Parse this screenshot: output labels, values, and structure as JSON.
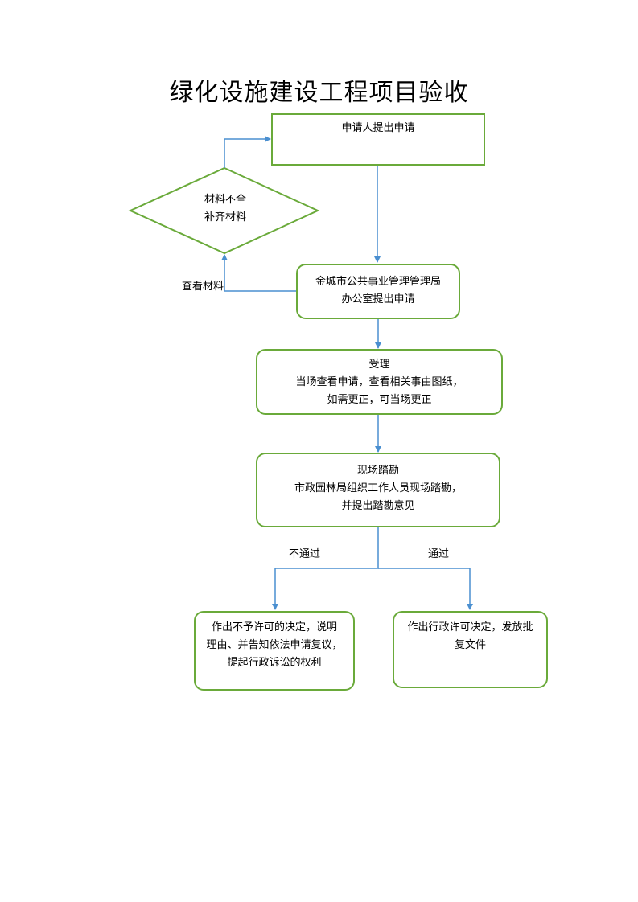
{
  "title": "绿化设施建设工程项目验收",
  "nodes": {
    "apply": {
      "lines": [
        "申请人提出申请"
      ]
    },
    "check": {
      "lines": [
        "材料不全",
        "补齐材料"
      ]
    },
    "office": {
      "lines": [
        "金城市公共事业管理管理局",
        "办公室提出申请"
      ]
    },
    "accept": {
      "lines": [
        "受理",
        "当场查看申请，查看相关事由图纸，",
        "如需更正，可当场更正"
      ]
    },
    "survey": {
      "lines": [
        "现场踏勘",
        "市政园林局组织工作人员现场踏勘，",
        "并提出踏勘意见"
      ]
    },
    "deny": {
      "lines": [
        "作出不予许可的决定，说明",
        "理由、并告知依法申请复议，",
        "提起行政诉讼的权利"
      ]
    },
    "approve": {
      "lines": [
        "作出行政许可决定，发放批",
        "复文件"
      ]
    }
  },
  "labels": {
    "review": "查看材料",
    "fail": "不通过",
    "pass": "通过"
  },
  "colors": {
    "box_border": "#6aaa3a",
    "connector": "#4a8fd0"
  }
}
